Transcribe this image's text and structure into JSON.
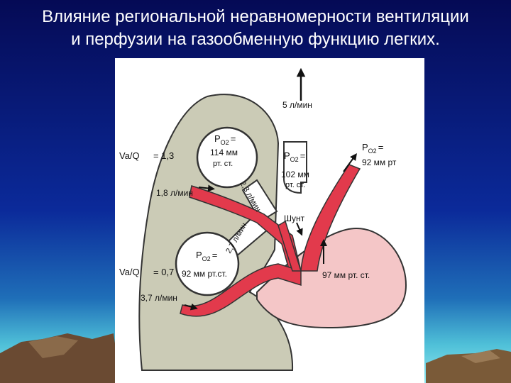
{
  "slide": {
    "title_line1": "Влияние региональной неравномерности вентиляции",
    "title_line2": "и перфузии на газообменную функцию легких."
  },
  "diagram": {
    "ventilation_total": "5 л/мин",
    "upper_alveolus": {
      "po2_label": "P",
      "po2_sub": "O2",
      "po2_eq": "=",
      "po2_value": "114 мм",
      "po2_unit": "рт. ст.",
      "vq_label": "Va/Q",
      "vq_value": "= 1,3",
      "ventilation": "2,3 л/мин",
      "perfusion": "1,8 л/мин"
    },
    "lower_alveolus": {
      "po2_label": "P",
      "po2_sub": "O2",
      "po2_eq": "=",
      "po2_value": "92 мм рт.ст.",
      "vq_label": "Va/Q",
      "vq_value": "= 0,7",
      "ventilation": "2,7 л/мин",
      "perfusion": "3,7 л/мин"
    },
    "mixed_alveolar": {
      "po2_label": "P",
      "po2_sub": "O2",
      "po2_eq": "=",
      "po2_value": "102 мм",
      "po2_unit": "рт. ст."
    },
    "shunt_label": "Шунт",
    "arterial": {
      "po2_label": "P",
      "po2_sub": "O2",
      "po2_eq": "=",
      "po2_value": "92 мм рт"
    },
    "heart_value": "97 мм рт. ст.",
    "colors": {
      "lung_fill": "#cbcbb6",
      "vessel_red": "#e23a4c",
      "heart_pink": "#f4c6c7",
      "background_blue": "#0b1f7a"
    }
  }
}
